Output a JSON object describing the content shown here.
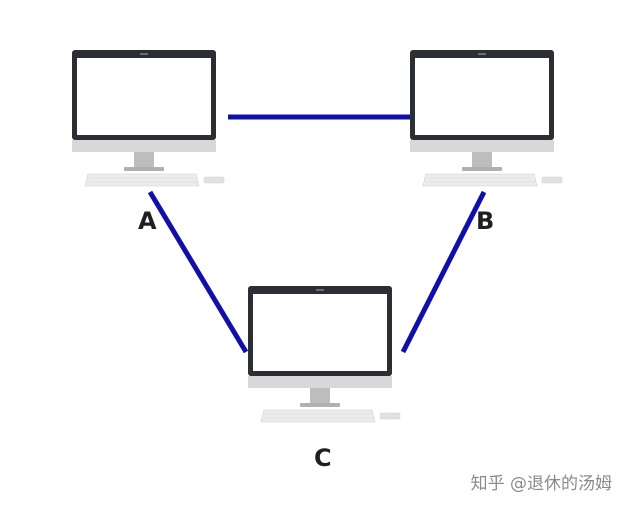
{
  "nodes": [
    {
      "id": "a",
      "label": "A"
    },
    {
      "id": "b",
      "label": "B"
    },
    {
      "id": "c",
      "label": "C"
    }
  ],
  "links": [
    {
      "from": "A",
      "to": "B"
    },
    {
      "from": "A",
      "to": "C"
    },
    {
      "from": "B",
      "to": "C"
    }
  ],
  "link_color": "#1010a8",
  "monitor": {
    "bezel_color": "#2b2e33",
    "screen_color": "#ffffff",
    "chin_color": "#d8d8d8",
    "stand_color": "#bdbdbd",
    "keyboard_color": "#ececec"
  },
  "watermark": "知乎 @退休的汤姆"
}
